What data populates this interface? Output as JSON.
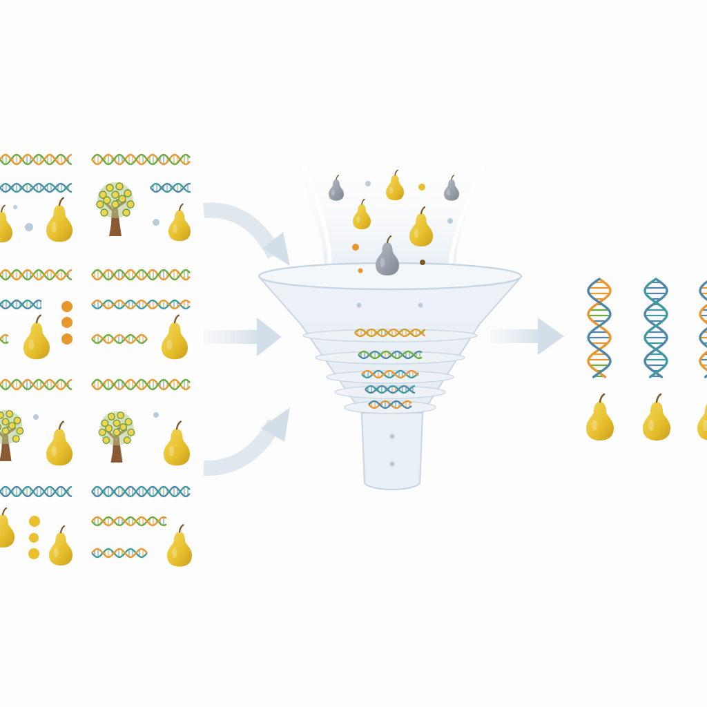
{
  "diagram": {
    "palette": {
      "pear": "#e8c02e",
      "pear_light": "#f2d451",
      "pear_shade": "#c9a01e",
      "pear_grey": "#8e98a2",
      "stem": "#7b5a2d",
      "leaf": "#6a9e3a",
      "dna_green": "#6bab3d",
      "dna_orange": "#e8962e",
      "dna_blue": "#4f86a8",
      "dna_teal": "#3f9aa0",
      "trunk": "#8a5a33",
      "arrow": "#dce6ee",
      "funnel_fill": "#e6eef5",
      "funnel_edge": "#c8d6e2",
      "dot": "#b9ccd8"
    },
    "input_panel": {
      "name": "pear-genome-collection",
      "rows": 4
    },
    "funnel": {
      "name": "selection-funnel",
      "falling_items": [
        "pear",
        "pear",
        "pear",
        "pear",
        "pear",
        "pear",
        "pear-grey",
        "pear-grey"
      ],
      "filter_layers": 5
    },
    "output_panel": {
      "name": "selected-varieties",
      "helices": [
        "dna-mixed",
        "dna-blue",
        "dna-orange"
      ],
      "pears": 3
    }
  }
}
